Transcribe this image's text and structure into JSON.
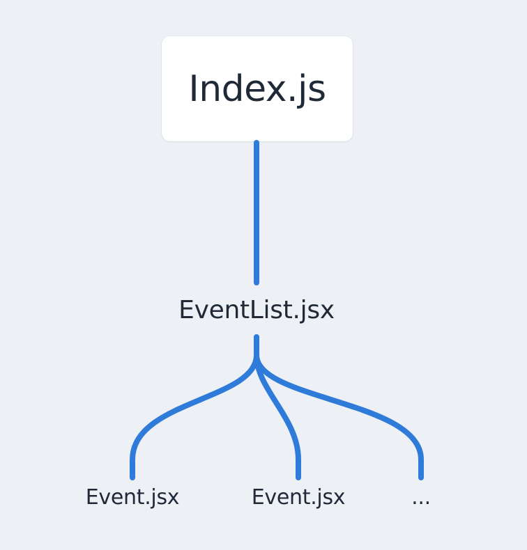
{
  "diagram": {
    "root": {
      "label": "Index.js"
    },
    "middle": {
      "label": "EventList.jsx"
    },
    "leaves": [
      {
        "label": "Event.jsx"
      },
      {
        "label": "Event.jsx"
      },
      {
        "label": "..."
      }
    ]
  },
  "colors": {
    "background": "#edf0f4",
    "edge": "#2f7bd9",
    "node_fill": "#ffffff",
    "text": "#1f2937"
  }
}
